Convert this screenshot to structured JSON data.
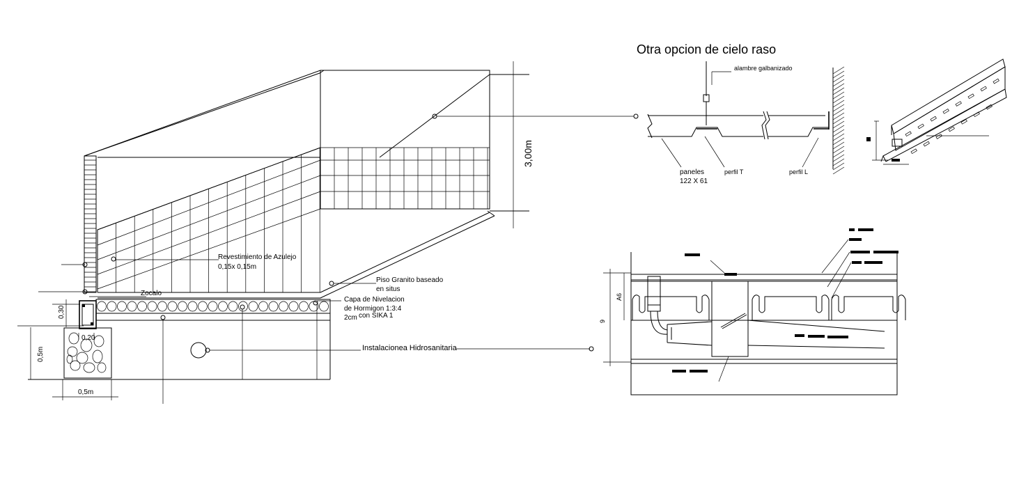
{
  "ceiling_section": {
    "title": "Otra opcion de cielo raso",
    "labels": {
      "wire": "alambre galbanizado",
      "panels": "paneles",
      "panels_size": "122 X 61",
      "profile_t": "perfil T",
      "profile_l": "perfil L"
    }
  },
  "room_perspective": {
    "height_dim": "3,00m",
    "labels": {
      "tile_finish": "Revestimiento de Azulejo",
      "tile_size": "0,15x 0,15m",
      "floor": "Piso Granito baseado",
      "floor_2": "en situs",
      "baseboard": "Zocalo",
      "leveling_1": "Capa de Nivelacion",
      "leveling_2": "de Hormigon 1:3:4",
      "leveling_3": "2cm",
      "leveling_4": "con SIKA 1",
      "plumbing": "Instalacionea Hidrosanitaria"
    },
    "footing_dims": {
      "height_030": "0,30",
      "width_020": "0,20",
      "height_05": "0,5m",
      "width_05": "0,5m"
    }
  },
  "floor_section": {
    "dims": {
      "a": "A6",
      "b": "9"
    }
  }
}
